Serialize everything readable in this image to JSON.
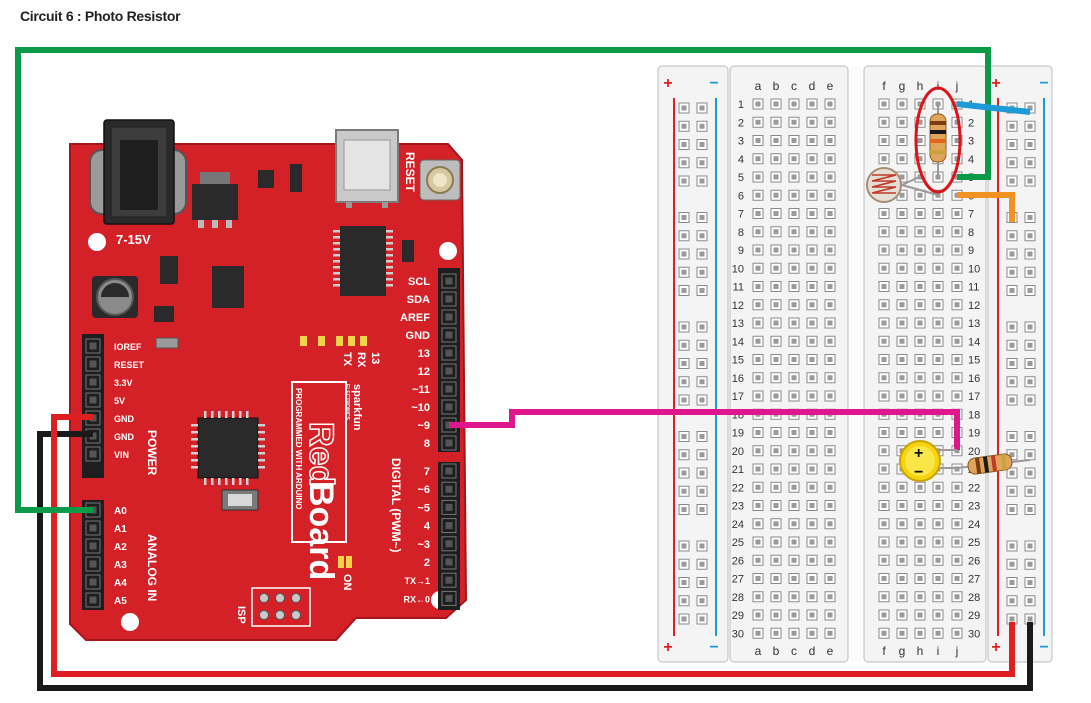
{
  "title": "Circuit 6 : Photo Resistor",
  "colors": {
    "board_red": "#d42027",
    "wire_green": "#0a9a48",
    "wire_red": "#e02020",
    "wire_black": "#1a1a1a",
    "wire_magenta": "#e0168c",
    "wire_blue": "#1e9ad6",
    "wire_orange": "#f29222",
    "highlight": "#d9141b"
  },
  "board": {
    "logo_red": "Red",
    "logo_board": "Board",
    "maker": "sparkfun",
    "maker_sub": "ELECTRONICS",
    "subtitle": "PROGRAMMED WITH ARDUINO",
    "power_jack_label": "7-15V",
    "reset_label": "RESET",
    "isp_label": "ISP",
    "on_label": "ON",
    "led_labels": [
      "13",
      "RX",
      "TX"
    ],
    "power_header_label": "POWER",
    "analog_header_label": "ANALOG IN",
    "digital_header_label": "DIGITAL (PWM~)",
    "power_pins": [
      "IOREF",
      "RESET",
      "3.3V",
      "5V",
      "GND",
      "GND",
      "VIN"
    ],
    "analog_pins": [
      "A0",
      "A1",
      "A2",
      "A3",
      "A4",
      "A5"
    ],
    "digital_upper": [
      "SCL",
      "SDA",
      "AREF",
      "GND",
      "13",
      "12",
      "~11",
      "~10",
      "~9",
      "8"
    ],
    "digital_lower": [
      "7",
      "~6",
      "~5",
      "4",
      "~3",
      "2",
      "TX→1",
      "RX←0"
    ]
  },
  "breadboard": {
    "plus": "+",
    "minus": "−",
    "left_columns": [
      "a",
      "b",
      "c",
      "d",
      "e"
    ],
    "right_columns": [
      "f",
      "g",
      "h",
      "i",
      "j"
    ],
    "row_numbers": [
      "1",
      "2",
      "3",
      "4",
      "5",
      "6",
      "7",
      "8",
      "9",
      "10",
      "11",
      "12",
      "13",
      "14",
      "15",
      "16",
      "17",
      "18",
      "19",
      "20",
      "21",
      "22",
      "23",
      "24",
      "25",
      "26",
      "27",
      "28",
      "29",
      "30"
    ]
  },
  "components": {
    "led_polarity": [
      "+",
      "−"
    ]
  }
}
